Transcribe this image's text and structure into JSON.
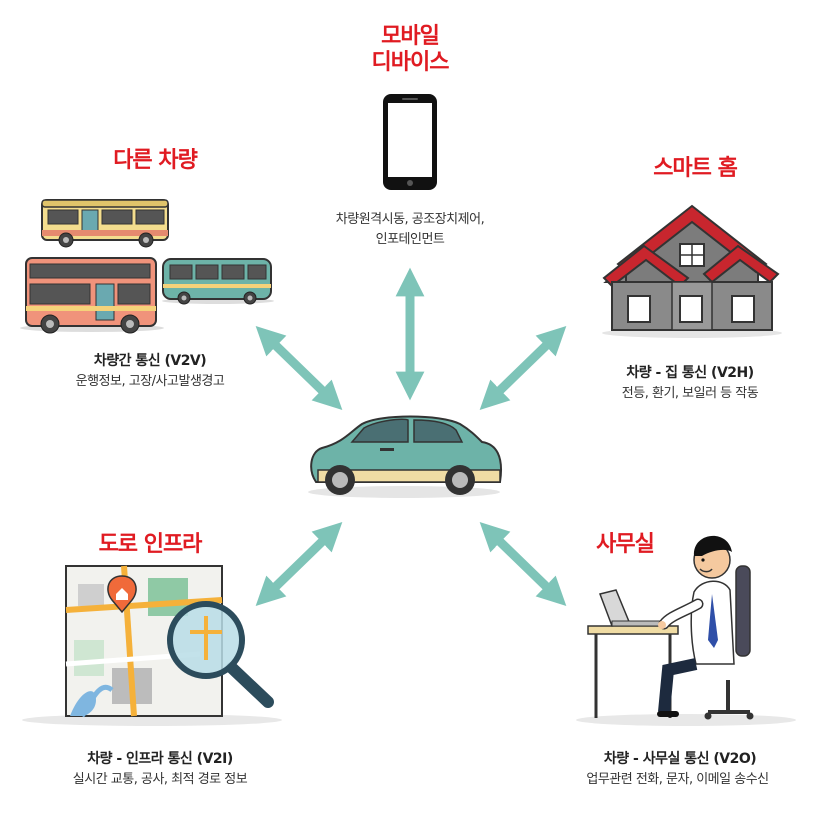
{
  "center": {
    "icon": "car-icon"
  },
  "nodes": {
    "mobile": {
      "title_line1": "모바일",
      "title_line2": "디바이스",
      "desc_line1": "차량원격시동, 공조장치제어,",
      "desc_line2": "인포테인먼트",
      "icon": "smartphone-icon"
    },
    "vehicle": {
      "title": "다른 차량",
      "caption": "차량간 통신 (V2V)",
      "desc": "운행정보, 고장/사고발생경고",
      "icon": "bus-icon"
    },
    "home": {
      "title": "스마트 홈",
      "caption": "차량 - 집 통신 (V2H)",
      "desc": "전등, 환기, 보일러 등 작동",
      "icon": "house-icon"
    },
    "infra": {
      "title": "도로 인프라",
      "caption": "차량 - 인프라 통신 (V2I)",
      "desc": "실시간 교통, 공사, 최적 경로 정보",
      "icon": "map-magnifier-icon"
    },
    "office": {
      "title": "사무실",
      "caption": "차량 - 사무실 통신 (V2O)",
      "desc": "업무관련 전화, 문자, 이메일 송수신",
      "icon": "office-worker-icon"
    }
  },
  "colors": {
    "title": "#e01b22",
    "arrow": "#7ec4b8",
    "car_body": "#6db3a8"
  }
}
